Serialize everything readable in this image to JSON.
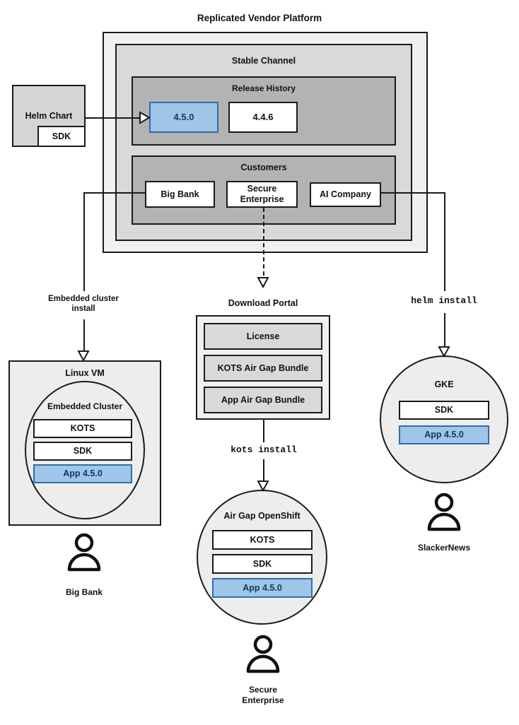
{
  "diagram": {
    "title": "Replicated Vendor Platform",
    "vendor_platform": {
      "stable_channel": {
        "title": "Stable Channel",
        "release_history": {
          "title": "Release History",
          "releases": [
            {
              "version": "4.5.0",
              "highlighted": true
            },
            {
              "version": "4.4.6",
              "highlighted": false
            }
          ]
        },
        "customers": {
          "title": "Customers",
          "items": [
            {
              "name": "Big Bank"
            },
            {
              "name": "Secure\nEnterprise"
            },
            {
              "name": "AI Company"
            }
          ]
        }
      }
    },
    "helm_chart": {
      "title": "Helm Chart",
      "sdk_label": "SDK"
    },
    "edges": [
      {
        "label": "Embedded cluster\ninstall",
        "style": "solid",
        "mono": false
      },
      {
        "label": "helm install",
        "style": "solid",
        "mono": true
      },
      {
        "label": "kots install",
        "style": "solid",
        "mono": true
      }
    ],
    "download_portal": {
      "title": "Download Portal",
      "artifacts": [
        {
          "label": "License"
        },
        {
          "label": "KOTS Air Gap Bundle"
        },
        {
          "label": "App Air Gap Bundle"
        }
      ]
    },
    "environments": [
      {
        "id": "linux-vm",
        "title": "Linux VM",
        "inner_title": "Embedded Cluster",
        "components": [
          {
            "label": "KOTS",
            "highlighted": false
          },
          {
            "label": "SDK",
            "highlighted": false
          },
          {
            "label": "App 4.5.0",
            "highlighted": true
          }
        ],
        "actor": "Big Bank"
      },
      {
        "id": "air-gap-openshift",
        "title": "Air Gap OpenShift",
        "components": [
          {
            "label": "KOTS",
            "highlighted": false
          },
          {
            "label": "SDK",
            "highlighted": false
          },
          {
            "label": "App 4.5.0",
            "highlighted": true
          }
        ],
        "actor": "Secure\nEnterprise"
      },
      {
        "id": "gke",
        "title": "GKE",
        "components": [
          {
            "label": "SDK",
            "highlighted": false
          },
          {
            "label": "App 4.5.0",
            "highlighted": true
          }
        ],
        "actor": "SlackerNews"
      }
    ],
    "icons": {
      "actor": "person-icon",
      "arrow": "arrow-head-icon"
    },
    "colors": {
      "highlight_fill": "#9fc5e8",
      "highlight_border": "#2f6ea5",
      "highlight_text": "#14365a",
      "outer_fill": "#f0f0f0",
      "mid_fill": "#d9d9d9",
      "inner_fill": "#b3b3b3",
      "stroke": "#1a1a1a"
    }
  }
}
